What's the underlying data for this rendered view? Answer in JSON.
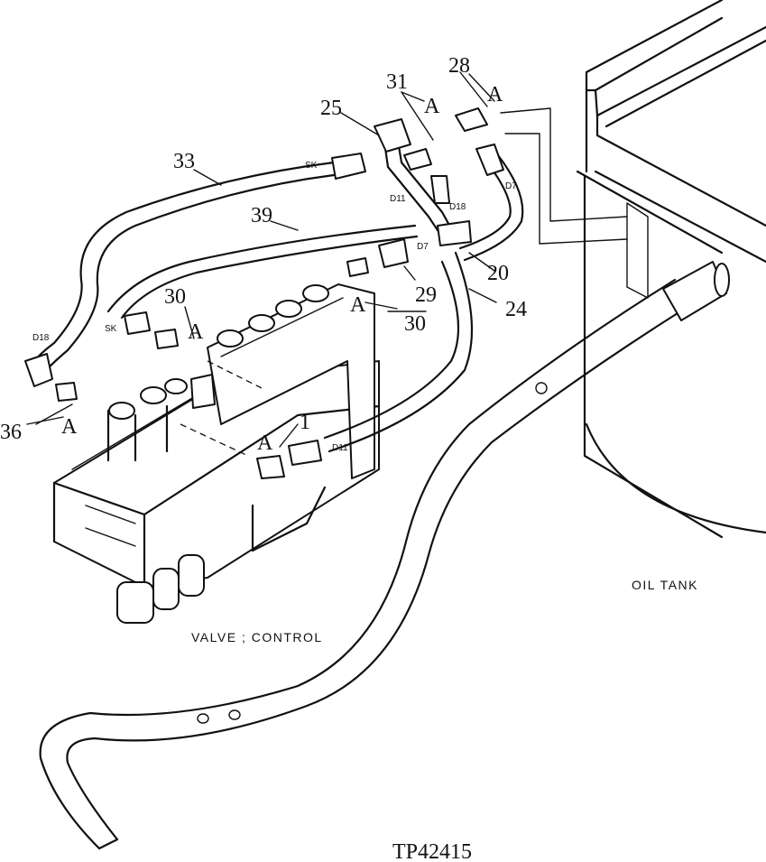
{
  "callouts": {
    "c25": "25",
    "c31": "31",
    "c28": "28",
    "c33": "33",
    "c39": "39",
    "c30a": "30",
    "c30b": "30",
    "c29": "29",
    "c20": "20",
    "c24": "24",
    "c36": "36",
    "c1": "1"
  },
  "port_markers": {
    "a_31": "A",
    "a_28": "A",
    "a_30a": "A",
    "a_30b": "A",
    "a_36": "A",
    "a_1": "A"
  },
  "hose_tags": {
    "sk1": "SK",
    "sk2": "SK",
    "d11a": "D11",
    "d18a": "D18",
    "d7a": "D7",
    "d7b": "D7",
    "d18b": "D18",
    "d11b": "D11"
  },
  "labels": {
    "valve": "VALVE ; CONTROL",
    "tank": "OIL TANK",
    "figure_id": "TP42415"
  }
}
